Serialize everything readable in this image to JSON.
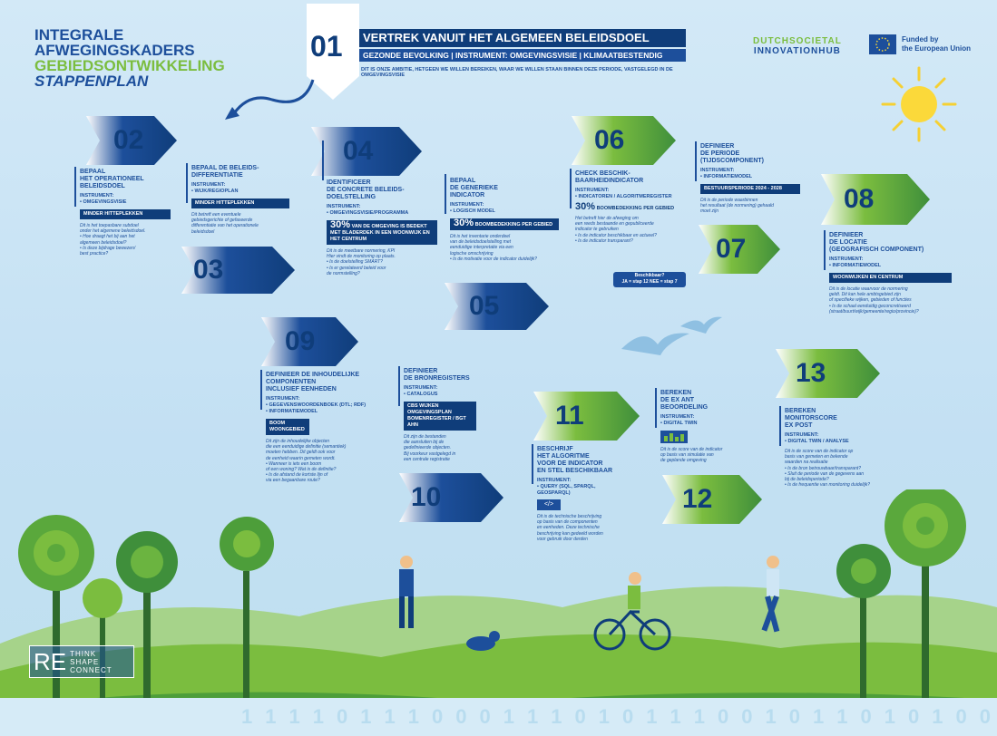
{
  "header": {
    "title_lines": [
      "INTEGRALE",
      "AFWEGINGSKADERS",
      "GEBIEDSONTWIKKELING",
      "STAPPENPLAN"
    ],
    "step01": {
      "num": "01",
      "title": "VERTREK VANUIT HET ALGEMEEN BELEIDSDOEL",
      "subtitle": "GEZONDE BEVOLKING | INSTRUMENT: OMGEVINGSVISIE | KLIMAATBESTENDIG",
      "desc": "DIT IS ONZE AMBITIE, HETGEEN WE WILLEN BEREIKEN, WAAR WE WILLEN STAAN BINNEN DEZE PERIODE, VASTGELEGD IN DE OMGEVINGSVISIE"
    },
    "dutch_logo": [
      "DUTCHSOCIETAL",
      "INNOVATIONHUB"
    ],
    "eu_text": [
      "Funded by",
      "the European Union"
    ]
  },
  "steps": {
    "s02": {
      "num": "02",
      "heading": [
        "BEPAAL",
        "HET OPERATIONEEL",
        "BELEIDSDOEL"
      ],
      "instrument": "INSTRUMENT:",
      "bullet": "• OMGEVINGSVISIE",
      "value": "MINDER HITTEPLEKKEN",
      "desc": [
        "Dit is het toepasbare subdoel",
        "onder het algemene beleidsdoel.",
        "• Hoe draagt het bij aan het",
        "algemeen beleidsdoel?",
        "• Is deze bijdrage bewezen/",
        "best practice?"
      ]
    },
    "s03": {
      "num": "03",
      "heading": [
        "BEPAAL DE BELEIDS-",
        "DIFFERENTIATIE"
      ],
      "instrument": "INSTRUMENT:",
      "bullet": "• WIJK/REGIOPLAN",
      "value": "MINDER HITTEPLEKKEN",
      "desc": [
        "Dit betreft een eventuele",
        "gebiedsgerichte of gefaseerde",
        "differentiatie van het operationele",
        "beleidsdoel"
      ]
    },
    "s04": {
      "num": "04",
      "heading": [
        "IDENTIFICEER",
        "DE CONCRETE BELEIDS-",
        "DOELSTELLING"
      ],
      "instrument": "INSTRUMENT:",
      "bullet": "• OMGEVINGSVISIE/PROGRAMMA",
      "value_big": "30%",
      "value": "VAN DE OMGEVING IS BEDEKT MET BLADERDEK IN EEN WOONWIJK EN HET CENTRUM",
      "desc": [
        "Dit is de meetbare normering, KPI",
        "Hier vindt de monitoring op plaats.",
        "• Is de doelstelling SMART?",
        "• Is er gerelateerd beleid voor",
        "de normstelling?"
      ]
    },
    "s05": {
      "num": "05",
      "heading": [
        "BEPAAL",
        "DE GENERIEKE",
        "INDICATOR"
      ],
      "instrument": "INSTRUMENT:",
      "bullet": "• LOGISCH MODEL",
      "value_big": "30%",
      "value": "BOOMBEDEKKING PER GEBIED",
      "desc": [
        "Dit is het inventarie onderdeel",
        "van de beleidsdoelstelling met",
        "eenduidige interpretatie via een",
        "logische omschrijving",
        "• Is de motivatie voor de indicator duidelijk?"
      ]
    },
    "s06": {
      "num": "06",
      "heading": [
        "CHECK BESCHIK-",
        "BAARHEIDINDICATOR"
      ],
      "instrument": "INSTRUMENT:",
      "bullet": "• INDICATOREN / ALGORITMEREGISTER",
      "value_big": "30%",
      "value": "BOOMBEDEKKING PER GEBIED",
      "desc": [
        "Het betreft hier de afweging om",
        "een reeds bestaande en gepubliceerde",
        "indicator te gebruiken",
        "• Is de indicator beschikbaar en actueel?",
        "• Is de indicator transparant?"
      ],
      "bubble": [
        "Beschikbaar?",
        "JA = stap 12   NEE = stap 7"
      ]
    },
    "s07": {
      "num": "07",
      "heading": [
        "DEFINIEER",
        "DE PERIODE",
        "(TIJDSCOMPONENT)"
      ],
      "instrument": "INSTRUMENT:",
      "bullet": "• INFORMATIEMODEL",
      "value": "BESTUURSPERIODE 2024 - 2028",
      "desc": [
        "Dit is de periode waarbinnen",
        "het resultaat (de normering) gehaald",
        "moet zijn"
      ]
    },
    "s08": {
      "num": "08",
      "heading": [
        "DEFINIEER",
        "DE LOCATIE",
        "(GEOGRAFISCH COMPONENT)"
      ],
      "instrument": "INSTRUMENT:",
      "bullet": "• INFORMATIEMODEL",
      "value": "WOONWIJKEN EN CENTRUM",
      "desc": [
        "Dit is de locatie waarvoor de normering",
        "geldt. Dit kan hele ambtsgebied zijn",
        "of specifieke wijken, gebieden of functies",
        "• Is de schaal eenduidig geconcretiseerd",
        "(straat/buurt/wijk/gemeente/regio/provincie)?"
      ]
    },
    "s09": {
      "num": "09",
      "heading": [
        "DEFINIEER DE INHOUDELIJKE",
        "COMPONENTEN",
        "INCLUSIEF EENHEDEN"
      ],
      "instrument": "INSTRUMENT:",
      "bullets": [
        "• GEGEVENSWOORDENBOEK (DTL; RDF)",
        "• INFORMATIEMODEL"
      ],
      "value_lines": [
        "BOOM",
        "WOONGEBIED"
      ],
      "desc": [
        "Dit zijn de inhoudelijke objecten",
        "die een eenduidige definitie (semantiek)",
        "moeten hebben. Dit geldt ook voor",
        "de eenheid waarin gemeten wordt.",
        "• Wanneer is iets een boom",
        "of een woning? Wat is de definitie?",
        "• Is de afstand de kortste lijn of",
        "via een begaanbare route?"
      ]
    },
    "s10": {
      "num": "10",
      "heading": [
        "DEFINIEER",
        "DE BRONREGISTERS"
      ],
      "instrument": "INSTRUMENT:",
      "bullet": "• CATALOGUS",
      "value_lines": [
        "CBS WIJKEN",
        "OMGEVINGSPLAN",
        "BOMENREGISTER / BGT",
        "AHN"
      ],
      "desc": [
        "Dit zijn de bestanden",
        "die aansluiten bij de",
        "gedefinieerde objecten.",
        "Bij voorkeur vastgelegd in",
        "een centrale registratie"
      ]
    },
    "s11": {
      "num": "11",
      "heading": [
        "BESCHRIJF",
        "HET ALGORITME",
        "VOOR DE INDICATOR",
        "EN STEL BESCHIKBAAR"
      ],
      "instrument": "INSTRUMENT:",
      "bullets": [
        "• QUERY (SQL, SPARQL,",
        "GEOSPARQL)"
      ],
      "desc": [
        "Dit is de technische beschrijving",
        "op basis van de componenten",
        "en eenheden. Deze technische",
        "beschrijving kan gedeeld worden",
        "voor gebruik door derden"
      ]
    },
    "s12": {
      "num": "12",
      "heading": [
        "BEREKEN",
        "DE EX ANT",
        "BEOORDELING"
      ],
      "instrument": "INSTRUMENT:",
      "bullet": "• DIGITAL TWIN",
      "desc": [
        "Dit is de score van de indicator",
        "op basis van simulatie van",
        "de geplande omgeving"
      ]
    },
    "s13": {
      "num": "13",
      "heading": [
        "BEREKEN",
        "MONITORSCORE",
        "EX POST"
      ],
      "instrument": "INSTRUMENT:",
      "bullet": "• DIGITAL TWIN / ANALYSE",
      "desc": [
        "Dit is de score van de indicator op",
        "basis van gemeten en bekende",
        "waarden na realisatie",
        "• Is de bron betrouwbaar/transparant?",
        "• Sluit de periode van de gegevens aan",
        "bij de beleidsperiode?",
        "• Is de frequentie van monitoring duidelijk?"
      ]
    }
  },
  "rethink": {
    "re": "RE",
    "lines": [
      "THINK",
      "SHAPE",
      "CONNECT"
    ]
  },
  "binary": [
    "1",
    "1",
    "1",
    "1",
    "0",
    "1",
    "1",
    "1",
    "0",
    "0",
    "0",
    "1",
    "1",
    "1",
    "0",
    "1",
    "0",
    "1",
    "1",
    "1",
    "0",
    "0",
    "1",
    "0",
    "1",
    "1",
    "0",
    "1",
    "0",
    "1",
    "0",
    "0"
  ],
  "colors": {
    "navy": "#0f3d7a",
    "blue": "#1d4f9b",
    "green": "#7bbd3f",
    "sky": "#c9e4f4"
  }
}
